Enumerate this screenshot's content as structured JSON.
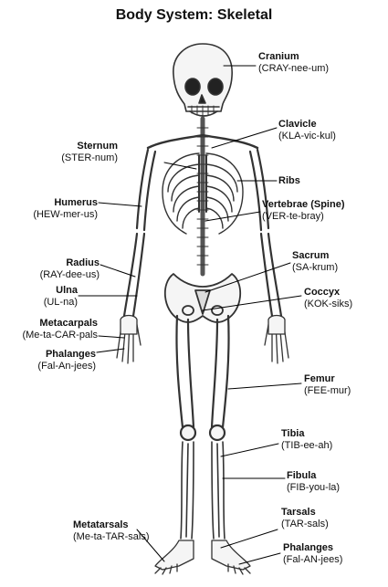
{
  "title": "Body System: Skeletal",
  "labels": {
    "cranium": {
      "name": "Cranium",
      "pron": "(CRAY-nee-um)"
    },
    "clavicle": {
      "name": "Clavicle",
      "pron": "(KLA-vic-kul)"
    },
    "sternum": {
      "name": "Sternum",
      "pron": "(STER-num)"
    },
    "ribs": {
      "name": "Ribs",
      "pron": ""
    },
    "humerus": {
      "name": "Humerus",
      "pron": "(HEW-mer-us)"
    },
    "vertebrae": {
      "name": "Vertebrae (Spine)",
      "pron": "(VER-te-bray)"
    },
    "radius": {
      "name": "Radius",
      "pron": "(RAY-dee-us)"
    },
    "sacrum": {
      "name": "Sacrum",
      "pron": "(SA-krum)"
    },
    "ulna": {
      "name": "Ulna",
      "pron": "(UL-na)"
    },
    "coccyx": {
      "name": "Coccyx",
      "pron": "(KOK-siks)"
    },
    "metacarpals": {
      "name": "Metacarpals",
      "pron": "(Me-ta-CAR-pals"
    },
    "phalanges_hand": {
      "name": "Phalanges",
      "pron": "(Fal-An-jees)"
    },
    "femur": {
      "name": "Femur",
      "pron": "(FEE-mur)"
    },
    "tibia": {
      "name": "Tibia",
      "pron": "(TIB-ee-ah)"
    },
    "fibula": {
      "name": "Fibula",
      "pron": "(FIB-you-la)"
    },
    "metatarsals": {
      "name": "Metatarsals",
      "pron": "(Me-ta-TAR-sals)"
    },
    "tarsals": {
      "name": "Tarsals",
      "pron": "(TAR-sals)"
    },
    "phalanges_foot": {
      "name": "Phalanges",
      "pron": "(Fal-AN-jees)"
    }
  }
}
